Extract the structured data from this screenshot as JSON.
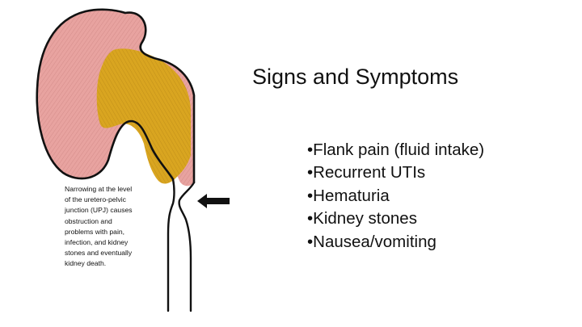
{
  "slide": {
    "title": "Signs and Symptoms",
    "caption": "Narrowing at the level\nof the uretero-pelvic\njunction (UPJ) causes\nobstruction and\nproblems with pain,\ninfection, and kidney\nstones and eventually\nkidney death.",
    "symptoms": [
      "•Flank pain (fluid intake)",
      "•Recurrent UTIs",
      "•Hematuria",
      "•Kidney stones",
      "•Nausea/vomiting"
    ]
  },
  "illustration": {
    "kidney_color": "#e8a3a0",
    "pelvis_color": "#d9a520",
    "outline_color": "#111111",
    "arrow_color": "#111111"
  }
}
